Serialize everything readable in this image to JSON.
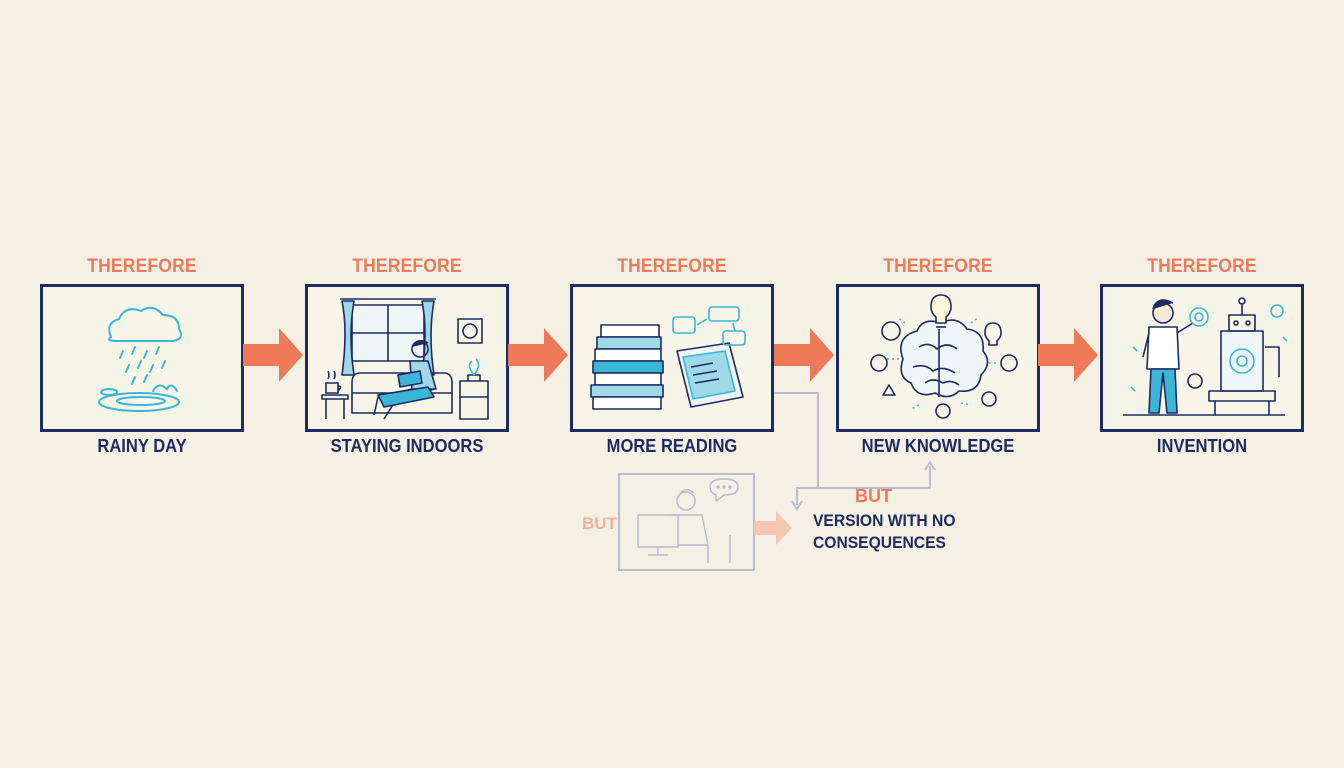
{
  "steps": [
    {
      "top_label": "THEREFORE",
      "caption": "RAINY DAY",
      "icon": "rain-cloud-icon"
    },
    {
      "top_label": "THEREFORE",
      "caption": "STAYING INDOORS",
      "icon": "person-reading-indoors-icon"
    },
    {
      "top_label": "THEREFORE",
      "caption": "MORE READING",
      "icon": "books-and-tablet-icon"
    },
    {
      "top_label": "THEREFORE",
      "caption": "NEW KNOWLEDGE",
      "icon": "brain-lightbulb-icon"
    },
    {
      "top_label": "THEREFORE",
      "caption": "INVENTION",
      "icon": "inventor-machine-icon"
    }
  ],
  "branch": {
    "ghost_label": "BUT",
    "label": "BUT",
    "caption_line1": "VERSION WITH NO",
    "caption_line2": "CONSEQUENCES",
    "icon": "person-at-computer-icon"
  },
  "colors": {
    "accent": "#ee7a5a",
    "ink": "#1f2a60",
    "cyan": "#3bb6d6",
    "background": "#f4f1e4"
  }
}
